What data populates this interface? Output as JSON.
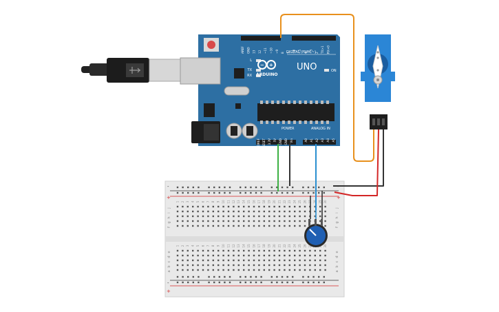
{
  "board": {
    "name": "UNO",
    "brand": "ARDUINO",
    "digital_label": "DIGITAL (PWM ~)",
    "power_label": "POWER",
    "analog_label": "ANALOG IN",
    "on_label": "ON",
    "l_label": "L",
    "tx_label": "TX",
    "rx_label": "RX",
    "digital_pins": [
      "AREF",
      "GND",
      "13",
      "12",
      "~11",
      "~10",
      "~9",
      "8",
      "7",
      "~6",
      "~5",
      "4",
      "~3",
      "2",
      "TX>1",
      "RX<0"
    ],
    "power_pins": [
      "IOREF",
      "RESET",
      "3.3V",
      "5V",
      "GND",
      "GND",
      "Vin"
    ],
    "analog_pins": [
      "A0",
      "A1",
      "A2",
      "A3",
      "A4",
      "A5"
    ]
  },
  "breadboard": {
    "columns": [
      "1",
      "2",
      "3",
      "4",
      "5",
      "6",
      "7",
      "8",
      "9",
      "10",
      "11",
      "12",
      "13",
      "14",
      "15",
      "16",
      "17",
      "18",
      "19",
      "20",
      "21",
      "22",
      "23",
      "24",
      "25",
      "26",
      "27",
      "28",
      "29",
      "30"
    ],
    "rows_top": [
      "a",
      "b",
      "c",
      "d",
      "e"
    ],
    "rows_bottom": [
      "f",
      "g",
      "h",
      "i",
      "j"
    ],
    "rail_minus": "-",
    "rail_plus": "+"
  },
  "colors": {
    "board": "#2d6fa3",
    "wire_signal": "#e8901c",
    "wire_power": "#d32626",
    "wire_ground": "#333333",
    "wire_5v": "#3cb043",
    "wire_analog": "#2a8fd0",
    "servo": "#2b86d6",
    "pot": "#1f5fb3"
  }
}
